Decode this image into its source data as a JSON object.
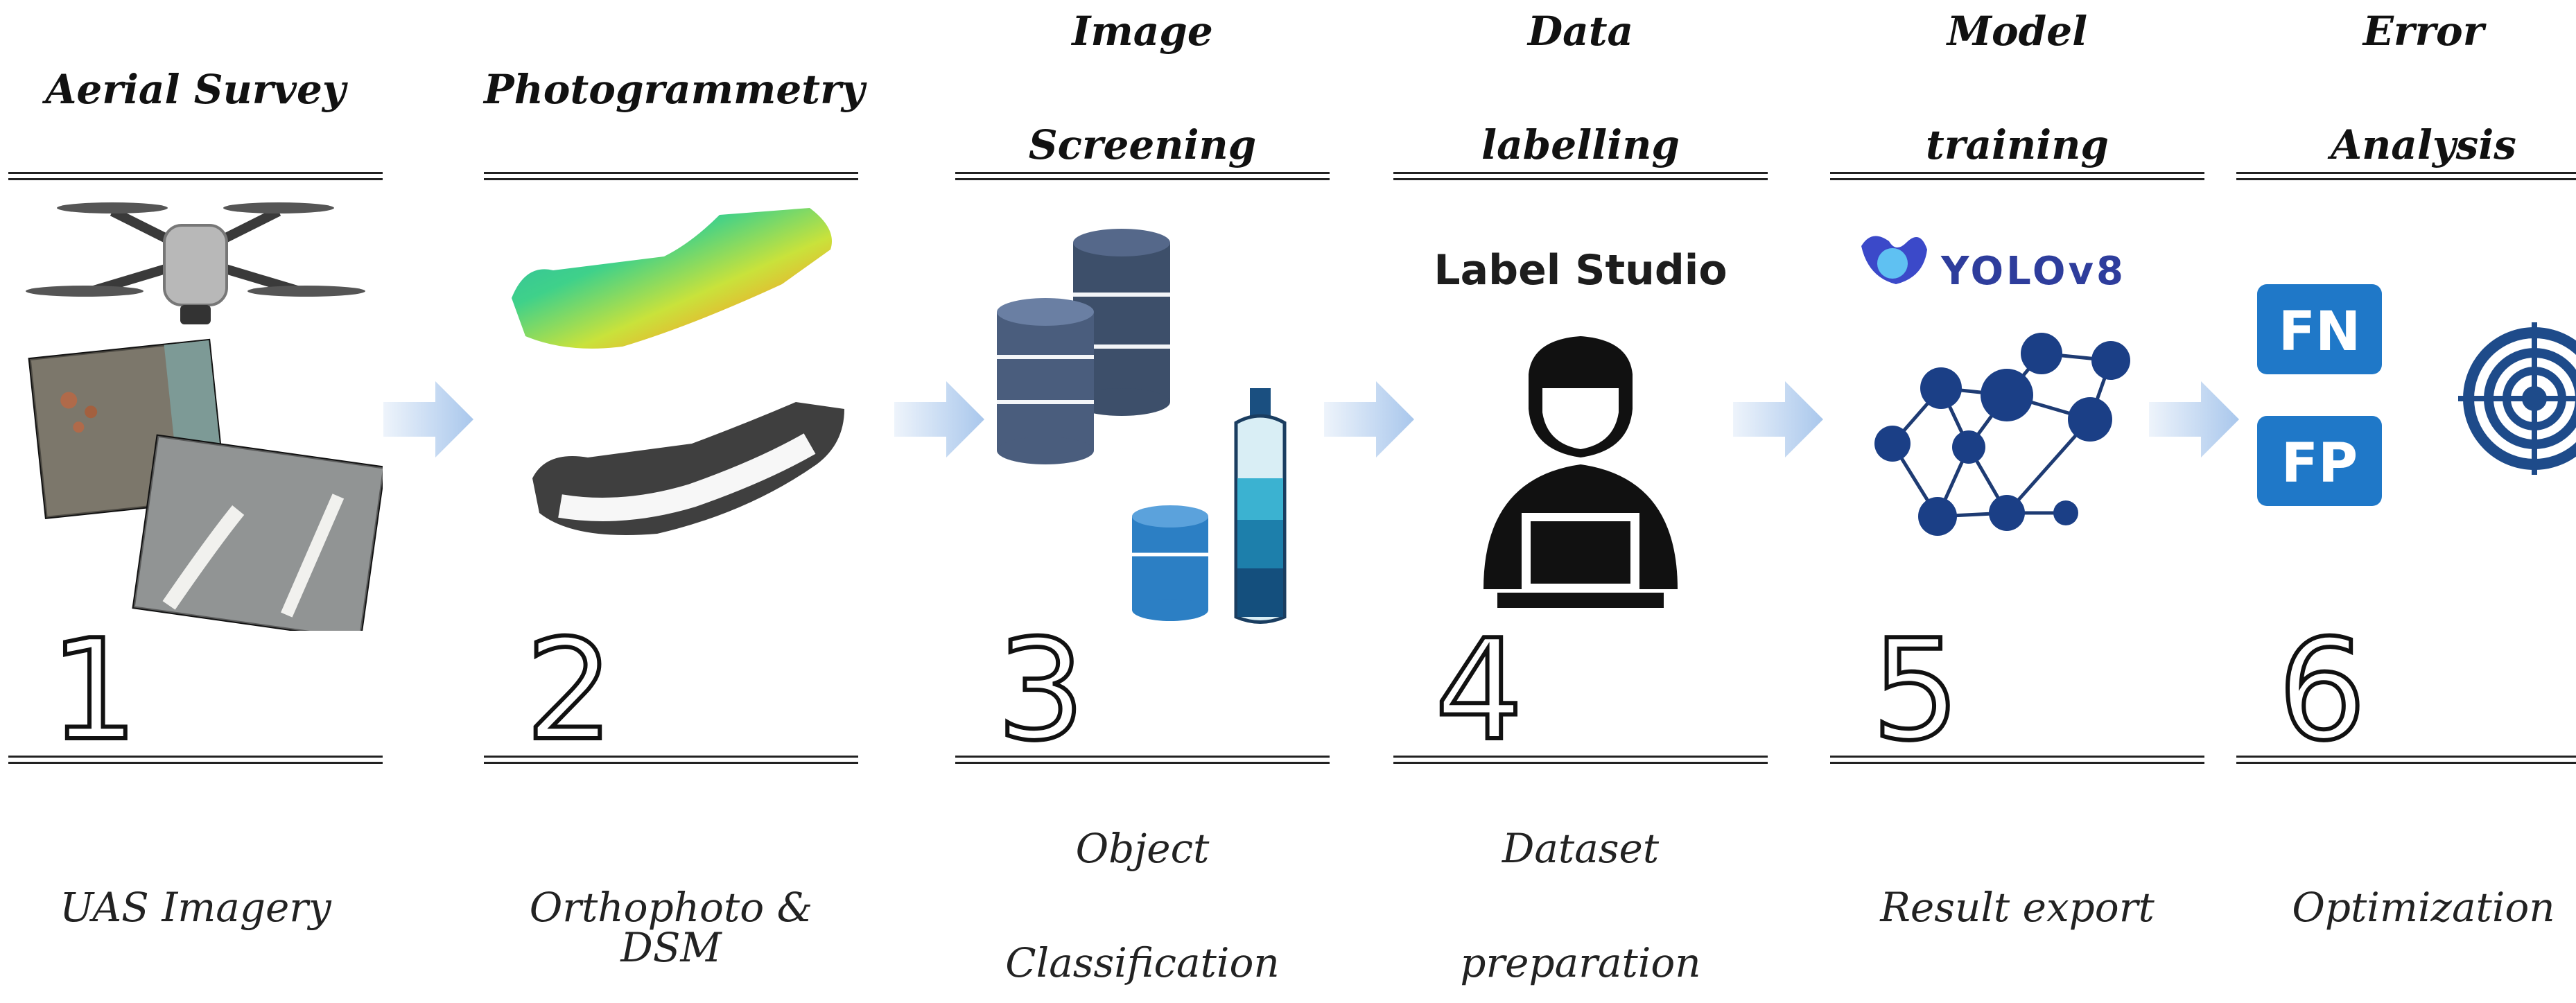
{
  "steps": [
    {
      "number": "1",
      "title": [
        "Aerial Survey"
      ],
      "subtitle": [
        "UAS Imagery"
      ]
    },
    {
      "number": "2",
      "title": [
        "Photogrammetry"
      ],
      "subtitle": [
        "Orthophoto & DSM"
      ]
    },
    {
      "number": "3",
      "title": [
        "Image",
        "Screening"
      ],
      "subtitle": [
        "Object",
        "Classification"
      ]
    },
    {
      "number": "4",
      "title": [
        "Data",
        "labelling"
      ],
      "subtitle": [
        "Dataset",
        "preparation"
      ]
    },
    {
      "number": "5",
      "title": [
        "Model",
        "training"
      ],
      "subtitle": [
        "Result export"
      ]
    },
    {
      "number": "6",
      "title": [
        "Error",
        "Analysis"
      ],
      "subtitle": [
        "Optimization"
      ]
    }
  ],
  "logos": {
    "label_studio": "Label Studio",
    "yolo": "YOLOv8"
  },
  "badges": {
    "fn": "FN",
    "fp": "FP"
  },
  "colors": {
    "arrow": "#a9c7ec",
    "rule": "#222222",
    "yolo": "#2e3d9c",
    "badge": "#1f78c8"
  }
}
